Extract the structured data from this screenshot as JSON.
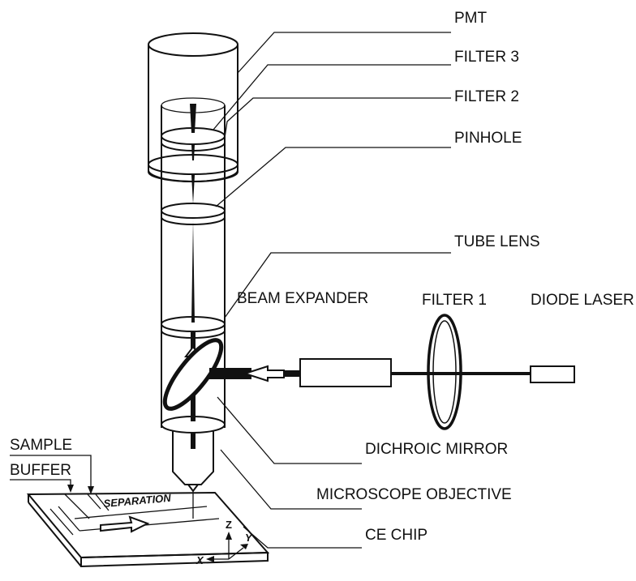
{
  "labels": {
    "pmt": "PMT",
    "filter3": "FILTER 3",
    "filter2": "FILTER 2",
    "pinhole": "PINHOLE",
    "tube_lens": "TUBE LENS",
    "beam_expander": "BEAM EXPANDER",
    "filter1": "FILTER 1",
    "diode_laser": "DIODE LASER",
    "dichroic_mirror": "DICHROIC MIRROR",
    "microscope_objective": "MICROSCOPE OBJECTIVE",
    "ce_chip": "CE CHIP",
    "sample": "SAMPLE",
    "buffer": "BUFFER",
    "separation": "SEPARATION",
    "axis_x": "X",
    "axis_y": "Y",
    "axis_z": "Z"
  },
  "colors": {
    "line": "#111111",
    "background": "#ffffff"
  }
}
